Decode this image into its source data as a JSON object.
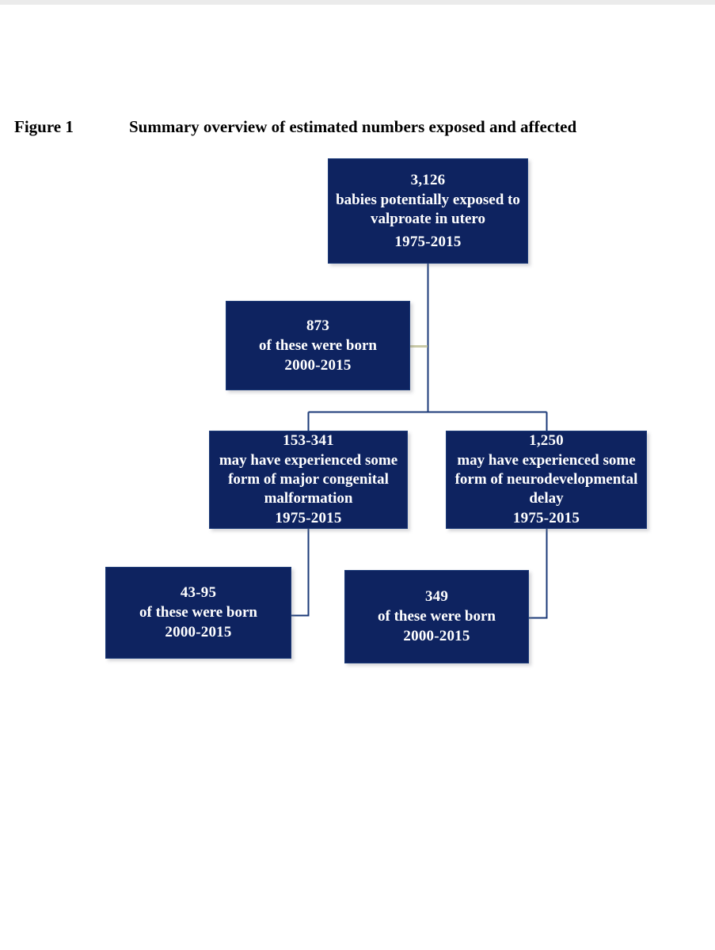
{
  "page": {
    "background_color": "#ffffff",
    "node_fill_color": "#0e2360",
    "node_text_color": "#ffffff",
    "connector_color": "#1b3a78",
    "highlight_connector_color": "#c9c9a6"
  },
  "caption": {
    "label": "Figure 1",
    "text": "Summary overview of estimated numbers exposed and affected"
  },
  "chart_data": {
    "type": "diagram",
    "title": "Summary overview of estimated numbers exposed and affected",
    "nodes": [
      {
        "id": "exposed",
        "number": "3,126",
        "body": "babies potentially exposed to valproate in utero",
        "years": "1975-2015"
      },
      {
        "id": "born-2000",
        "number": "873",
        "body": "of these were born",
        "years": "2000-2015"
      },
      {
        "id": "malformation",
        "number": "153-341",
        "body": "may have experienced some form of major congenital malformation",
        "years": "1975-2015"
      },
      {
        "id": "neurodev",
        "number": "1,250",
        "body": "may have experienced some form of neurodevelopmental delay",
        "years": "1975-2015"
      },
      {
        "id": "malf-born",
        "number": "43-95",
        "body": "of these were born",
        "years": "2000-2015"
      },
      {
        "id": "neuro-born",
        "number": "349",
        "body": "of these were born",
        "years": "2000-2015"
      }
    ],
    "edges": [
      {
        "from": "exposed",
        "to": "born-2000",
        "style": "khaki-horizontal"
      },
      {
        "from": "exposed",
        "to": "malformation",
        "style": "navy-elbow"
      },
      {
        "from": "exposed",
        "to": "neurodev",
        "style": "navy-elbow"
      },
      {
        "from": "malformation",
        "to": "malf-born",
        "style": "navy-elbow"
      },
      {
        "from": "neurodev",
        "to": "neuro-born",
        "style": "navy-elbow"
      }
    ]
  }
}
